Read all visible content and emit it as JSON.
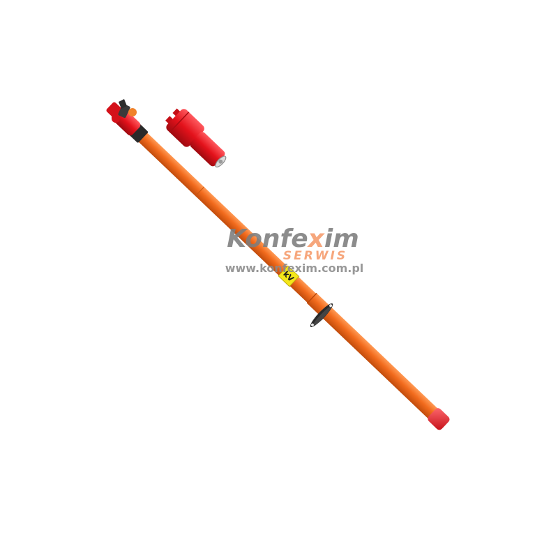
{
  "photo": {
    "description_free": true
  },
  "watermark": {
    "brand_part1": "Konfe",
    "brand_part2": "x",
    "brand_part3": "im",
    "sub": "SERWIS",
    "url": "www.konfexim.com.pl"
  },
  "pole_label": {
    "text": "kV"
  },
  "colors": {
    "pole_orange": "#f26b1d",
    "pole_orange_dark": "#c94f0e",
    "head_red": "#e3121b",
    "head_red_dark": "#a80c12",
    "ring_black": "#2a2a2a",
    "label_yellow": "#f4e71a",
    "wm_gray": "#7d7d7d",
    "wm_orange": "#f59a6a"
  },
  "icons": {
    "wing_nut": "wing-nut-icon",
    "hand_guard": "hand-guard-icon"
  }
}
